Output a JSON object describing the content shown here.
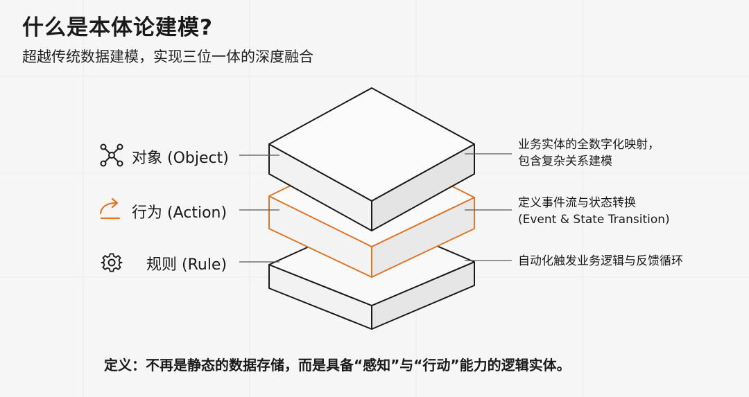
{
  "header": {
    "title": "什么是本体论建模?",
    "subtitle": "超越传统数据建模，实现三位一体的深度融合"
  },
  "layers": [
    {
      "id": "object",
      "icon": "network-nodes-icon",
      "label": "对象 (Object)",
      "description_lines": [
        "业务实体的全数字化映射，",
        "包含复杂关系建模"
      ],
      "color": "#1a1a1a"
    },
    {
      "id": "action",
      "icon": "share-arrow-icon",
      "label": "行为 (Action)",
      "description_lines": [
        "定义事件流与状态转换",
        "(Event & State Transition)"
      ],
      "color": "#d9772b"
    },
    {
      "id": "rule",
      "icon": "gear-icon",
      "label": "规则 (Rule)",
      "description_lines": [
        "自动化触发业务逻辑与反馈循环"
      ],
      "color": "#1a1a1a"
    }
  ],
  "footer": {
    "definition": "定义：不再是静态的数据存储，而是具备“感知”与“行动”能力的逻辑实体。"
  },
  "colors": {
    "background": "#f6f6f6",
    "accent": "#d9772b",
    "stroke": "#1a1a1a"
  }
}
